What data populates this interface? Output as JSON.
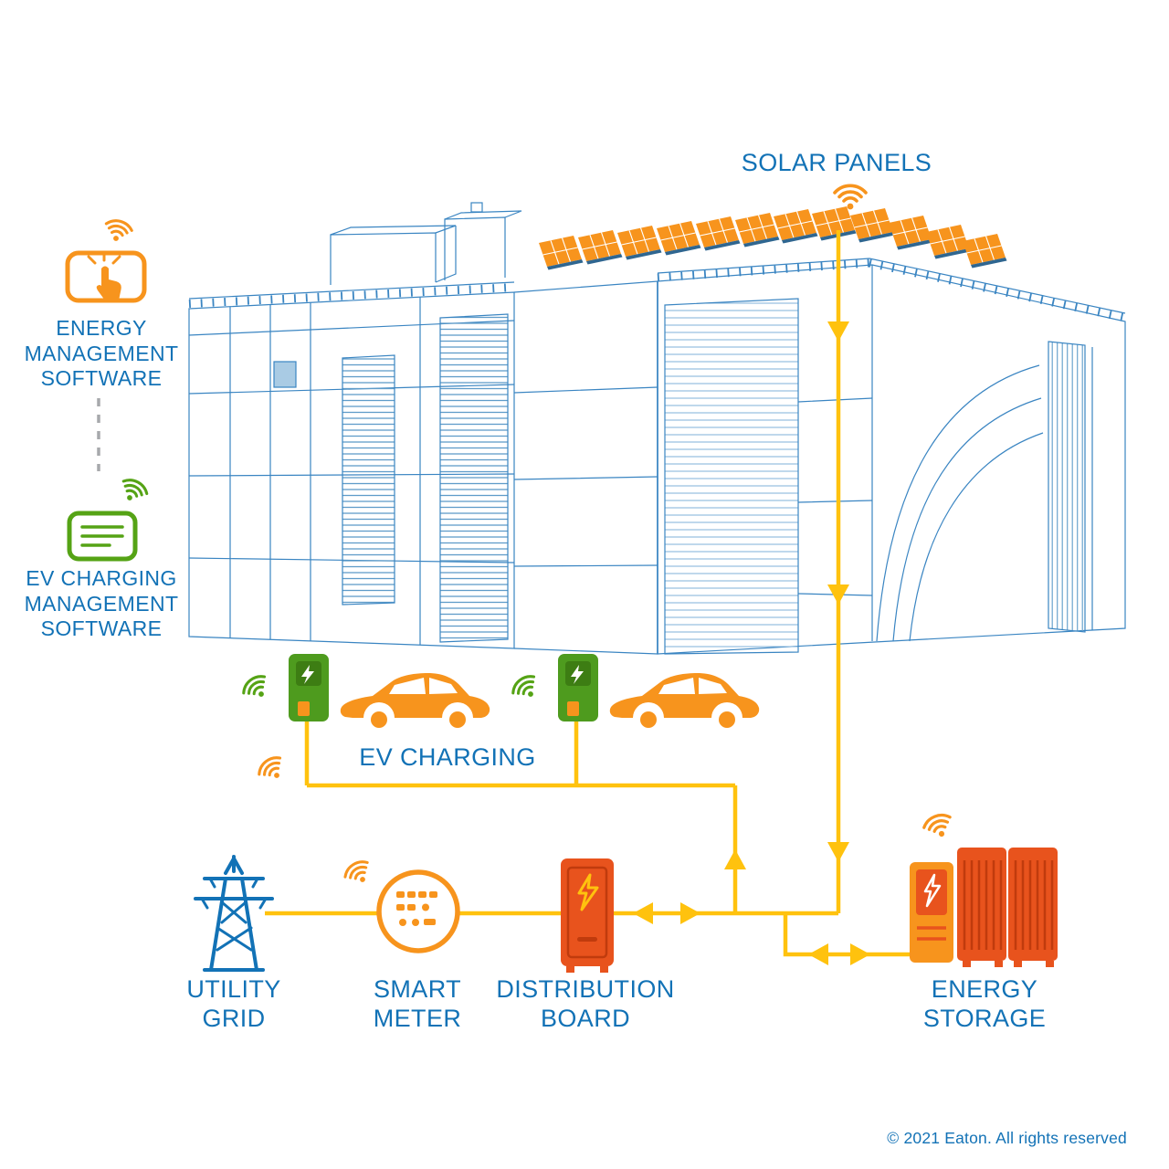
{
  "labels": {
    "solar_panels": "SOLAR PANELS",
    "energy_management_software": "ENERGY\nMANAGEMENT\nSOFTWARE",
    "ev_charging_management_software": "EV CHARGING\nMANAGEMENT\nSOFTWARE",
    "ev_charging": "EV CHARGING",
    "utility_grid": "UTILITY\nGRID",
    "smart_meter": "SMART\nMETER",
    "distribution_board": "DISTRIBUTION\nBOARD",
    "energy_storage": "ENERGY\nSTORAGE"
  },
  "footer": {
    "copyright": "© 2021 Eaton. All rights reserved"
  },
  "colors": {
    "label_blue": "#1272B6",
    "wireframe_blue": "#3A85C2",
    "accent_orange": "#F7941D",
    "deep_orange": "#E8531D",
    "green": "#55A315",
    "flow_yellow": "#FFC20E",
    "dashed_gray": "#A7A9AC"
  },
  "icons": {
    "wifi": "wifi-signal-arcs",
    "touch_tablet": "energy-management-software-tablet-with-tap-hand",
    "software_panel": "ev-charging-management-software-screen",
    "ev_charger": "green-charging-station-with-bolt",
    "electric_car": "orange-sedan-silhouette",
    "utility_tower": "transmission-pylon",
    "smart_meter": "round-meter-dial",
    "distribution_board": "electrical-cabinet-with-bolt",
    "energy_storage": "battery-cabinets",
    "flow_arrow": "yellow-triangle-arrow"
  }
}
